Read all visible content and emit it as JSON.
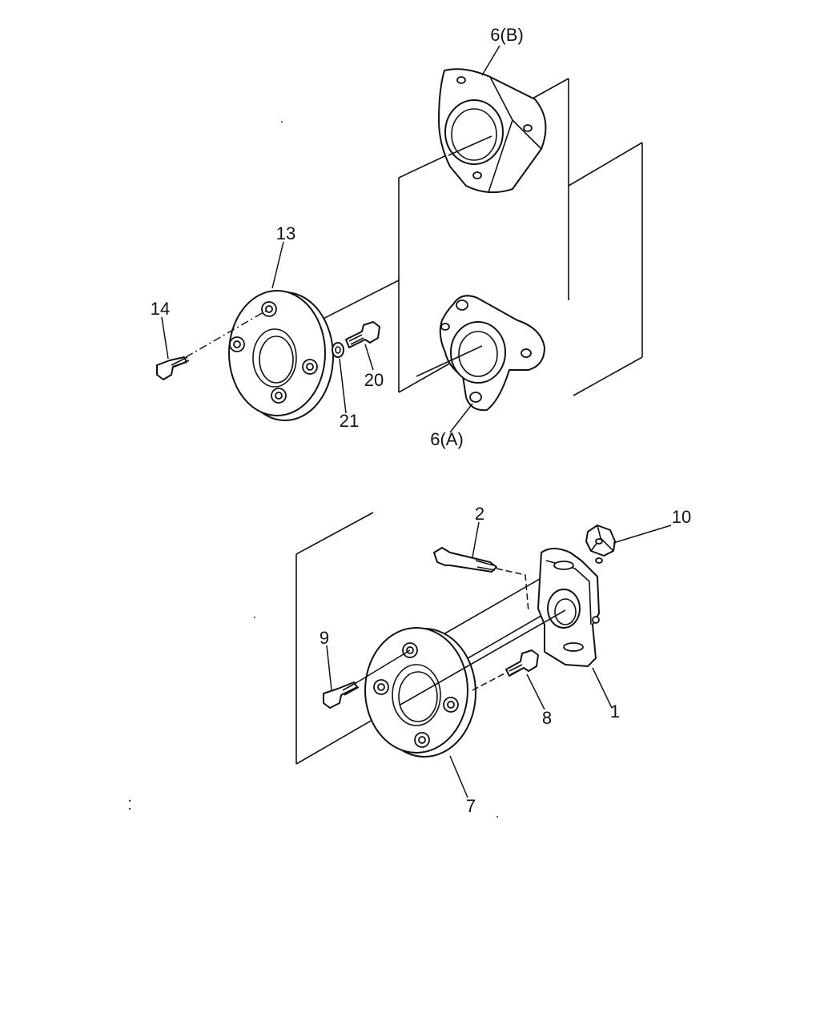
{
  "callouts": {
    "c1": "1",
    "c2": "2",
    "c6a": "6(A)",
    "c6b": "6(B)",
    "c7": "7",
    "c8": "8",
    "c9": "9",
    "c10": "10",
    "c13": "13",
    "c14": "14",
    "c20": "20",
    "c21": "21"
  },
  "colors": {
    "ink": "#111111",
    "paper": "#ffffff"
  }
}
